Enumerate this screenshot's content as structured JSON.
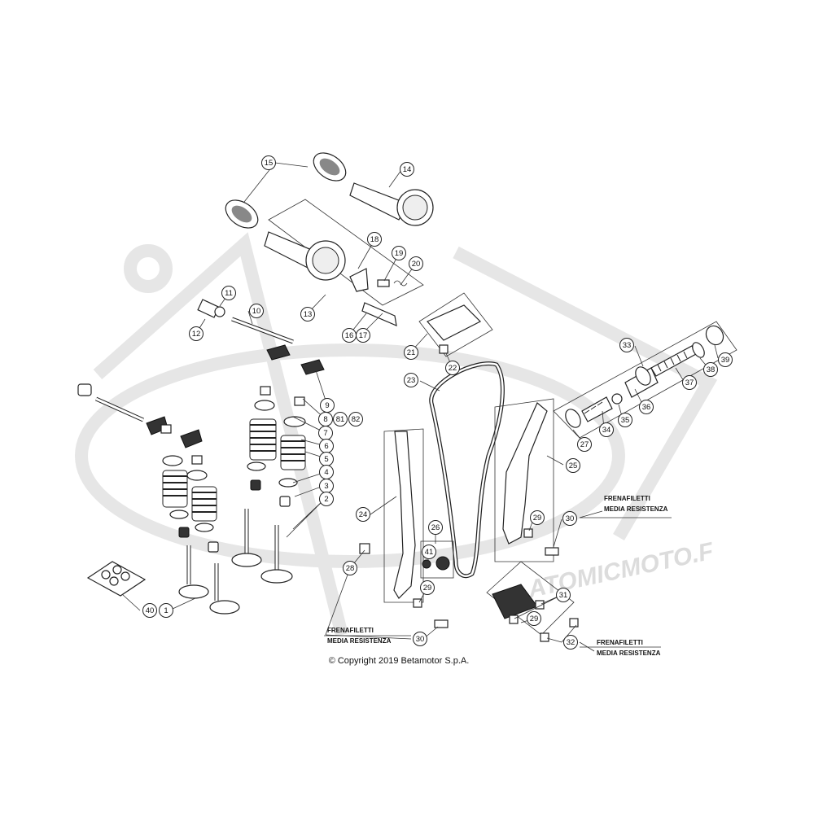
{
  "diagram": {
    "copyright": "© Copyright 2019 Betamotor S.p.A.",
    "watermark": ".ATOMICMOTO.F",
    "notes": [
      {
        "id": "note-30-right",
        "line1": "FRENAFILETTI",
        "line2": "MEDIA RESISTENZA"
      },
      {
        "id": "note-30-bottom",
        "line1": "FRENAFILETTI",
        "line2": "MEDIA RESISTENZA"
      },
      {
        "id": "note-32",
        "line1": "FRENAFILETTI",
        "line2": "MEDIA RESISTENZA"
      }
    ],
    "callouts": [
      {
        "id": "c15",
        "text": "15"
      },
      {
        "id": "c14",
        "text": "14"
      },
      {
        "id": "c18",
        "text": "18"
      },
      {
        "id": "c19",
        "text": "19"
      },
      {
        "id": "c20",
        "text": "20"
      },
      {
        "id": "c11",
        "text": "11"
      },
      {
        "id": "c10",
        "text": "10"
      },
      {
        "id": "c12",
        "text": "12"
      },
      {
        "id": "c13",
        "text": "13"
      },
      {
        "id": "c16",
        "text": "16"
      },
      {
        "id": "c17",
        "text": "17"
      },
      {
        "id": "c21",
        "text": "21"
      },
      {
        "id": "c22",
        "text": "22"
      },
      {
        "id": "c33",
        "text": "33"
      },
      {
        "id": "c39",
        "text": "39"
      },
      {
        "id": "c38",
        "text": "38"
      },
      {
        "id": "c37",
        "text": "37"
      },
      {
        "id": "c36",
        "text": "36"
      },
      {
        "id": "c35",
        "text": "35"
      },
      {
        "id": "c34",
        "text": "34"
      },
      {
        "id": "c27",
        "text": "27"
      },
      {
        "id": "c23",
        "text": "23"
      },
      {
        "id": "c25",
        "text": "25"
      },
      {
        "id": "c9",
        "text": "9"
      },
      {
        "id": "c8",
        "text": "8"
      },
      {
        "id": "c81",
        "text": "81"
      },
      {
        "id": "c82",
        "text": "82"
      },
      {
        "id": "c7",
        "text": "7"
      },
      {
        "id": "c6",
        "text": "6"
      },
      {
        "id": "c5",
        "text": "5"
      },
      {
        "id": "c4",
        "text": "4"
      },
      {
        "id": "c3",
        "text": "3"
      },
      {
        "id": "c2",
        "text": "2"
      },
      {
        "id": "c24",
        "text": "24"
      },
      {
        "id": "c26",
        "text": "26"
      },
      {
        "id": "c41",
        "text": "41"
      },
      {
        "id": "c29a",
        "text": "29"
      },
      {
        "id": "c29b",
        "text": "29"
      },
      {
        "id": "c29c",
        "text": "29"
      },
      {
        "id": "c30a",
        "text": "30"
      },
      {
        "id": "c30b",
        "text": "30"
      },
      {
        "id": "c28",
        "text": "28"
      },
      {
        "id": "c31",
        "text": "31"
      },
      {
        "id": "c32",
        "text": "32"
      },
      {
        "id": "c40",
        "text": "40"
      },
      {
        "id": "c1",
        "text": "1"
      }
    ]
  }
}
